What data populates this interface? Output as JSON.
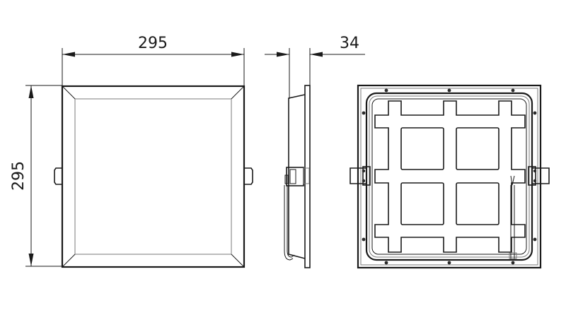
{
  "figure": {
    "type": "technical-drawing",
    "subject": "square recessed LED panel downlight",
    "colors": {
      "line": "#1a1a1a",
      "secondary_line": "#7a7a7a",
      "background": "#ffffff"
    }
  },
  "views": {
    "front": {
      "label": "front-view"
    },
    "side": {
      "label": "side-view"
    },
    "back": {
      "label": "back-view"
    }
  },
  "dimensions": {
    "width": {
      "value": "295",
      "orientation": "horizontal"
    },
    "height": {
      "value": "295",
      "orientation": "vertical"
    },
    "depth": {
      "value": "34",
      "orientation": "horizontal"
    }
  }
}
